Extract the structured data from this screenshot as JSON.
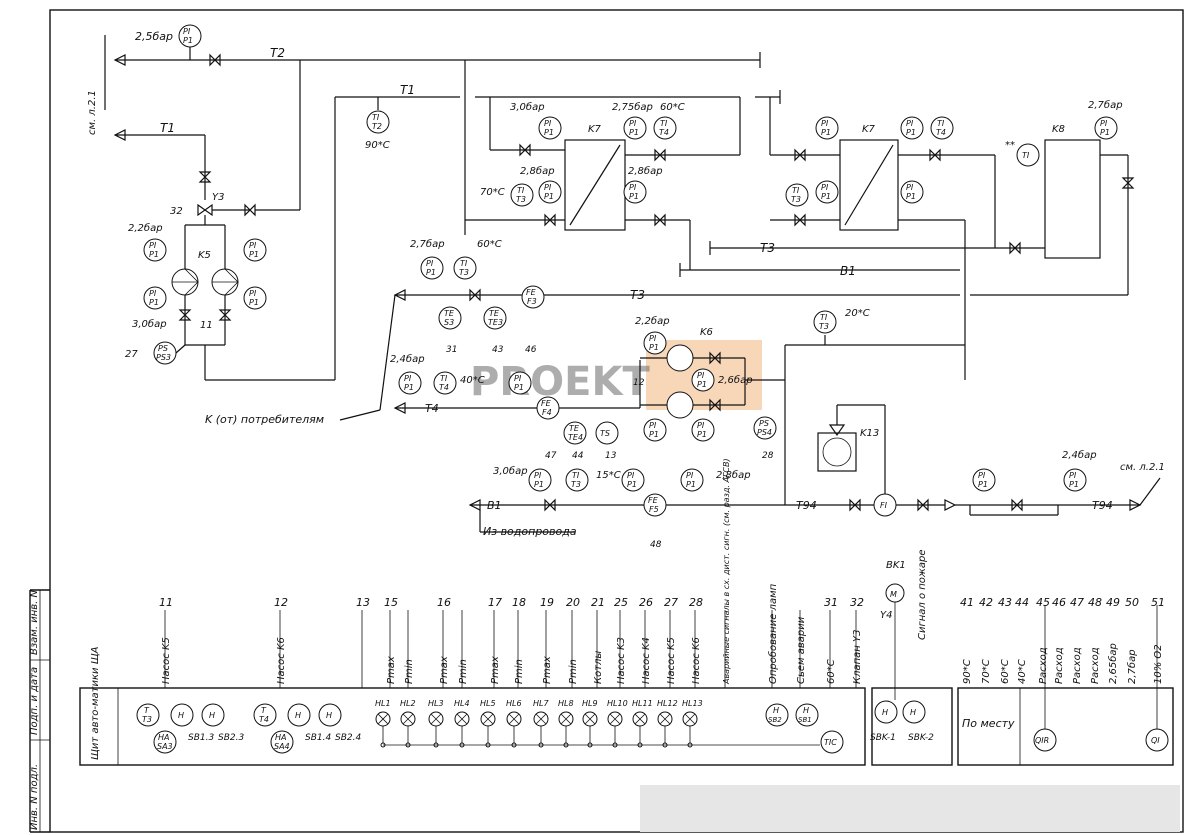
{
  "side_stamp": [
    "Инв. N подл.",
    "Подп. и дата",
    "Взам. инв. N"
  ],
  "refs": {
    "see_sheet": "см. л.2.1"
  },
  "pipes": {
    "t2": "T2",
    "t1": "T1",
    "t3": "T3",
    "b1": "B1",
    "t4": "T4",
    "t94": "T94"
  },
  "labels": {
    "consumers": "K (от) потребителям",
    "from_water": "Из водопровода"
  },
  "equipment": {
    "k5": "K5",
    "k6": "K6",
    "k7a": "K7",
    "k7b": "K7",
    "k8": "K8",
    "k13": "K13",
    "y3": "Y3",
    "y4": "Y4",
    "vk1": "BK1"
  },
  "instruments": [
    {
      "id": "pi1",
      "a": "PI",
      "b": "P1",
      "val": "2,5бар"
    },
    {
      "id": "ti_t2",
      "a": "TI",
      "b": "T2",
      "val": "90*C"
    },
    {
      "id": "pi_k5a",
      "a": "PI",
      "b": "P1",
      "val": "2,2бар"
    },
    {
      "id": "pi_k5c",
      "a": "PI",
      "b": "P1",
      "val": "3,0бар"
    },
    {
      "id": "pi_k7a1",
      "a": "PI",
      "b": "P1",
      "val": "3,0бар"
    },
    {
      "id": "pi_k7a2",
      "a": "PI",
      "b": "P1",
      "val": "2,8бар"
    },
    {
      "id": "pi_k7a3",
      "a": "PI",
      "b": "P1",
      "val": "2,75бар"
    },
    {
      "id": "ti_k7a",
      "a": "TI",
      "b": "T4",
      "val": "60*C"
    },
    {
      "id": "ti_k7a3",
      "a": "TI",
      "b": "T3",
      "val": "70*C"
    },
    {
      "id": "pi_k7a4",
      "a": "PI",
      "b": "P1",
      "val": "2,8бар"
    },
    {
      "id": "pi_k8",
      "a": "PI",
      "b": "P1",
      "val": "2,7бар"
    },
    {
      "id": "pi_t3",
      "a": "PI",
      "b": "P1",
      "val": "2,7бар"
    },
    {
      "id": "ti_t3",
      "a": "TI",
      "b": "T3",
      "val": "60*C"
    },
    {
      "id": "ti_20",
      "a": "TI",
      "b": "T3",
      "val": "20*C"
    },
    {
      "id": "pi_k6",
      "a": "PI",
      "b": "P1",
      "val": "2,2бар"
    },
    {
      "id": "pi_k6b",
      "a": "PI",
      "b": "P1",
      "val": "2,6бар"
    },
    {
      "id": "pi_t4",
      "a": "PI",
      "b": "P1",
      "val": "2,4бар"
    },
    {
      "id": "ti_t4",
      "a": "TI",
      "b": "T4",
      "val": "40*C"
    },
    {
      "id": "pi_b1",
      "a": "PI",
      "b": "P1",
      "val": "3,0бар"
    },
    {
      "id": "ti_b1",
      "a": "TI",
      "b": "T3",
      "val": "15*C"
    },
    {
      "id": "pi_b1b",
      "a": "PI",
      "b": "P1",
      "val": "2,8бар"
    },
    {
      "id": "pi_t94",
      "a": "PI",
      "b": "P1",
      "val": "2,4бар"
    }
  ],
  "loop_numbers": [
    "31",
    "43",
    "46",
    "47",
    "44",
    "13",
    "28",
    "48",
    "27",
    "32",
    "11",
    "12"
  ],
  "panel": {
    "left_title": "Щит авто-матики ЩА",
    "columns_left": [
      {
        "n": "11",
        "label": "Насос K5"
      },
      {
        "n": "12",
        "label": "Насос K6"
      },
      {
        "n": "13",
        "label": ""
      },
      {
        "n": "15",
        "label": "Pmax"
      },
      {
        "n": "",
        "label": "Pmin"
      },
      {
        "n": "16",
        "label": "Pmax"
      },
      {
        "n": "",
        "label": "Pmin"
      },
      {
        "n": "17",
        "label": "Pmax"
      },
      {
        "n": "18",
        "label": "Pmin"
      },
      {
        "n": "19",
        "label": "Pmax"
      },
      {
        "n": "20",
        "label": "Pmin"
      },
      {
        "n": "21",
        "label": "Котлы"
      },
      {
        "n": "25",
        "label": "Насос K3"
      },
      {
        "n": "26",
        "label": "Насос K4"
      },
      {
        "n": "27",
        "label": "Насос K5"
      },
      {
        "n": "28",
        "label": "Насос K6"
      },
      {
        "n": "",
        "label": "Аварийные сигналы в сх. дист. сигн. (см. разд. АГСВ)"
      },
      {
        "n": "",
        "label": "Опробование ламп"
      },
      {
        "n": "",
        "label": "Сьем аварии"
      },
      {
        "n": "31",
        "label": "60*C"
      },
      {
        "n": "32",
        "label": "Клапан Y3"
      }
    ],
    "lamps": [
      "HL1",
      "HL2",
      "HL3",
      "HL4",
      "HL5",
      "HL6",
      "HL7",
      "HL8",
      "HL9",
      "HL10",
      "HL11",
      "HL12",
      "HL13"
    ],
    "switches": {
      "sa3": "SA3",
      "sa4": "SA4",
      "sb13": "SB1.3",
      "sb23": "SB2.3",
      "sb14": "SB1.4",
      "sb24": "SB2.4",
      "sb2": "SB2",
      "sb1": "SB1",
      "sbk1": "SBK-1",
      "sbk2": "SBK-2"
    },
    "fire_signal": "Сигнал о пожаре",
    "local_title": "По месту",
    "columns_right": [
      {
        "n": "41",
        "label": "90*C"
      },
      {
        "n": "42",
        "label": "70*C"
      },
      {
        "n": "43",
        "label": "60*C"
      },
      {
        "n": "44",
        "label": "40*C"
      },
      {
        "n": "45",
        "label": "Расход"
      },
      {
        "n": "46",
        "label": "Расход"
      },
      {
        "n": "47",
        "label": "Расход"
      },
      {
        "n": "48",
        "label": "Расход"
      },
      {
        "n": "49",
        "label": "2,65бар"
      },
      {
        "n": "50",
        "label": "2,7бар"
      },
      {
        "n": "51",
        "label": "10% O2"
      }
    ],
    "qir": "QIR",
    "qi": "QI",
    "tic": "TIC"
  },
  "watermark": "PROEKT"
}
